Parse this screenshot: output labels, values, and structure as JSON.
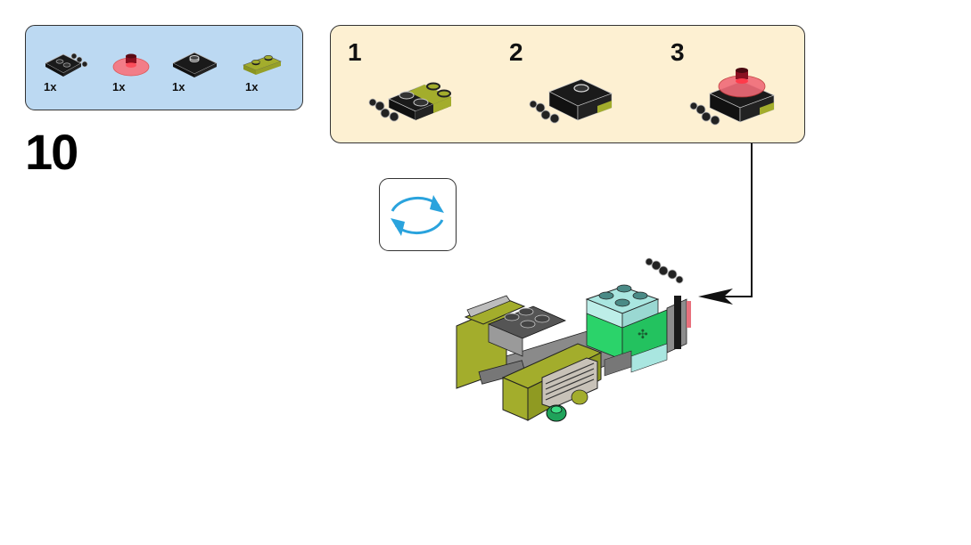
{
  "parts_list": {
    "items": [
      {
        "name": "black plate 2x2 with clips",
        "color": "#1a1a1a",
        "quantity": "1x"
      },
      {
        "name": "trans-red round dish",
        "color": "#f06a78",
        "quantity": "1x"
      },
      {
        "name": "black plate 2x2 with one stud",
        "color": "#1a1a1a",
        "quantity": "1x"
      },
      {
        "name": "olive green plate 1x2",
        "color": "#a3ad2c",
        "quantity": "1x"
      }
    ]
  },
  "step": {
    "number": "10"
  },
  "sub_assembly": {
    "steps": [
      {
        "number": "1"
      },
      {
        "number": "2"
      },
      {
        "number": "3"
      }
    ]
  },
  "rotate_icon": {
    "name": "rotate-model",
    "color": "#2aa3dd"
  },
  "colors": {
    "parts_panel_bg": "#bcd9f2",
    "sub_panel_bg": "#fdf0d2",
    "olive": "#a3ad2c",
    "green": "#2bd36a",
    "trans_cyan": "#a9e6e0",
    "trans_red": "#f06a78"
  }
}
